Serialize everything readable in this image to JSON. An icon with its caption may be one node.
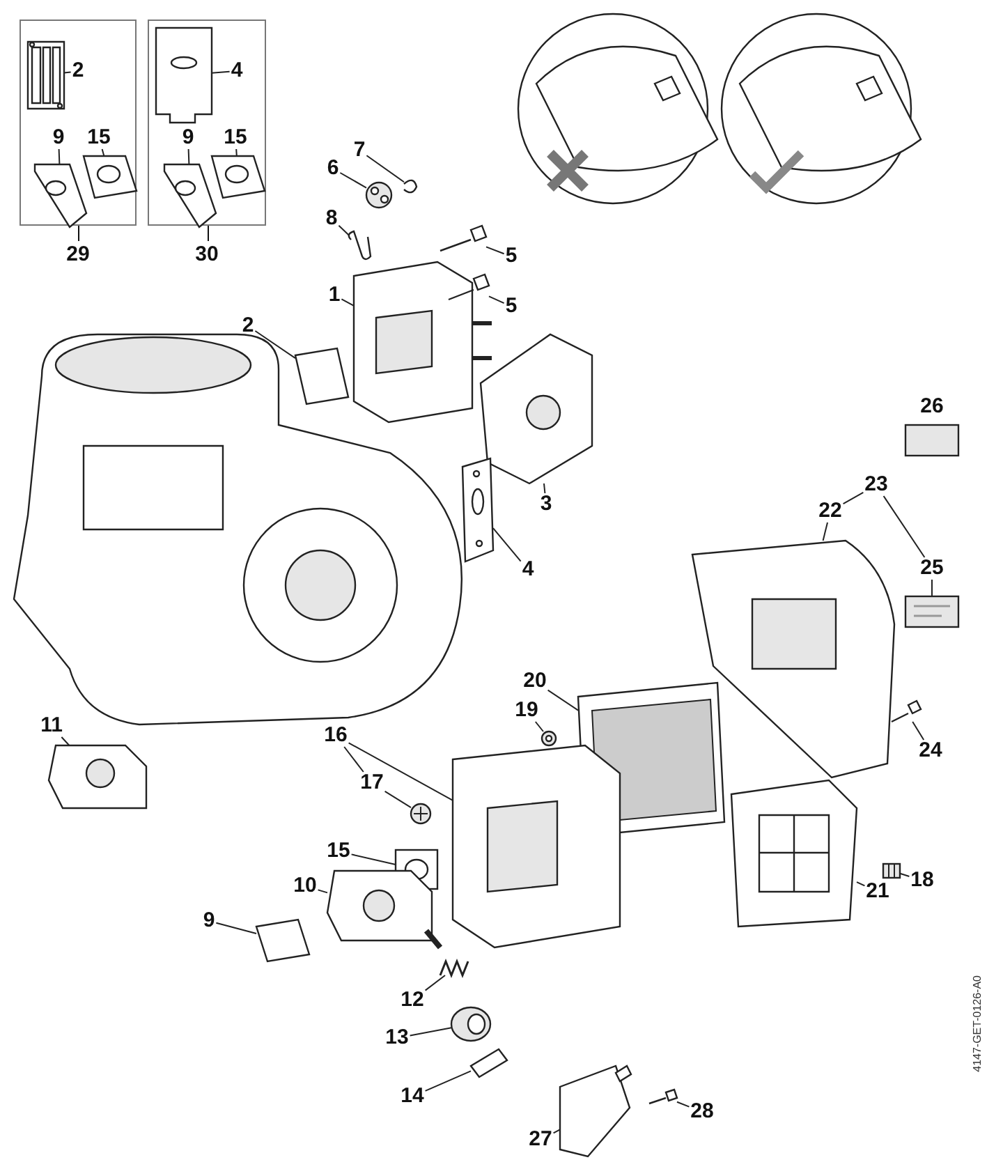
{
  "diagram": {
    "nodes": [
      {
        "text": [
          "29"
        ]
      },
      {
        "text": [
          "2"
        ],
        "in": 0
      },
      {
        "text": [
          "9"
        ],
        "in": 0
      },
      {
        "text": [
          "15"
        ],
        "in": 0
      },
      {
        "text": [
          "30"
        ]
      },
      {
        "text": [
          "4"
        ],
        "in": 4
      },
      {
        "text": [
          "9"
        ],
        "in": 4
      },
      {
        "text": [
          "15"
        ],
        "in": 4
      },
      {
        "text": [
          "7"
        ]
      },
      {
        "text": [
          "6"
        ]
      },
      {
        "text": [
          "8"
        ]
      },
      {
        "text": [
          "5"
        ]
      },
      {
        "text": [
          "1"
        ]
      },
      {
        "text": [
          "5"
        ]
      },
      {
        "text": [
          "2"
        ]
      },
      {
        "text": [
          "3"
        ]
      },
      {
        "text": [
          "4"
        ]
      },
      {
        "text": [
          "26"
        ]
      },
      {
        "text": [
          "23"
        ]
      },
      {
        "text": [
          "22"
        ]
      },
      {
        "text": [
          "25"
        ]
      },
      {
        "text": [
          "20"
        ]
      },
      {
        "text": [
          "19"
        ]
      },
      {
        "text": [
          "11"
        ]
      },
      {
        "text": [
          "16"
        ]
      },
      {
        "text": [
          "17"
        ]
      },
      {
        "text": [
          "24"
        ]
      },
      {
        "text": [
          "15"
        ]
      },
      {
        "text": [
          "10"
        ]
      },
      {
        "text": [
          "18"
        ]
      },
      {
        "text": [
          "21"
        ]
      },
      {
        "text": [
          "9"
        ]
      },
      {
        "text": [
          "12"
        ]
      },
      {
        "text": [
          "13"
        ]
      },
      {
        "text": [
          "14"
        ]
      },
      {
        "text": [
          "27"
        ]
      },
      {
        "text": [
          "28"
        ]
      },
      {
        "text": [],
        "shape": "picture",
        "in": 0
      },
      {
        "text": [],
        "shape": "picture",
        "in": 0
      },
      {
        "text": [],
        "shape": "picture",
        "in": 0
      },
      {
        "text": [],
        "shape": "picture",
        "in": 4
      },
      {
        "text": [],
        "shape": "picture",
        "in": 4
      },
      {
        "text": [],
        "shape": "picture",
        "in": 4
      },
      {
        "text": [],
        "shape": "picture"
      },
      {
        "text": [],
        "shape": "picture"
      },
      {
        "text": [],
        "shape": "picture"
      },
      {
        "text": [],
        "shape": "picture"
      },
      {
        "text": [],
        "shape": "picture"
      },
      {
        "text": [],
        "shape": "picture"
      },
      {
        "text": [],
        "shape": "picture"
      },
      {
        "text": [],
        "shape": "picture"
      },
      {
        "text": [],
        "shape": "picture"
      },
      {
        "text": [],
        "shape": "picture"
      },
      {
        "text": [],
        "shape": "picture"
      },
      {
        "text": [],
        "shape": "picture"
      },
      {
        "text": [],
        "shape": "picture"
      },
      {
        "text": [],
        "shape": "picture"
      },
      {
        "text": [],
        "shape": "picture"
      },
      {
        "text": [],
        "shape": "picture"
      },
      {
        "text": [],
        "shape": "picture"
      },
      {
        "text": [],
        "shape": "picture"
      },
      {
        "text": [],
        "shape": "picture"
      },
      {
        "text": [],
        "shape": "picture"
      },
      {
        "text": [],
        "shape": "picture"
      },
      {
        "text": [],
        "shape": "picture"
      },
      {
        "text": [],
        "shape": "picture"
      },
      {
        "text": [],
        "shape": "picture"
      },
      {
        "text": [],
        "shape": "picture"
      },
      {
        "text": [],
        "shape": "picture"
      },
      {
        "text": [],
        "shape": "picture"
      }
    ],
    "edges": [
      {
        "from": 1,
        "to": 37,
        "arrow": "none"
      },
      {
        "from": 2,
        "to": 38,
        "arrow": "none"
      },
      {
        "from": 3,
        "to": 39,
        "arrow": "none"
      },
      {
        "from": 5,
        "to": 40,
        "arrow": "none"
      },
      {
        "from": 6,
        "to": 41,
        "arrow": "none"
      },
      {
        "from": 7,
        "to": 42,
        "arrow": "none"
      },
      {
        "from": 8,
        "to": 43,
        "arrow": "none"
      },
      {
        "from": 9,
        "to": 44,
        "arrow": "none"
      },
      {
        "from": 10,
        "to": 45,
        "arrow": "none"
      },
      {
        "from": 11,
        "to": 46,
        "arrow": "none"
      },
      {
        "from": 12,
        "to": 47,
        "arrow": "none"
      },
      {
        "from": 13,
        "to": 48,
        "arrow": "none"
      },
      {
        "from": 14,
        "to": 49,
        "arrow": "none"
      },
      {
        "from": 15,
        "to": 50,
        "arrow": "none"
      },
      {
        "from": 16,
        "to": 51,
        "arrow": "none"
      },
      {
        "from": 18,
        "to": 19,
        "arrow": "none"
      },
      {
        "from": 18,
        "to": 20,
        "arrow": "none"
      },
      {
        "from": 19,
        "to": 52,
        "arrow": "none"
      },
      {
        "from": 20,
        "to": 53,
        "arrow": "none"
      },
      {
        "from": 21,
        "to": 54,
        "arrow": "none"
      },
      {
        "from": 22,
        "to": 55,
        "arrow": "none"
      },
      {
        "from": 23,
        "to": 56,
        "arrow": "none"
      },
      {
        "from": 24,
        "to": 25,
        "arrow": "none"
      },
      {
        "from": 24,
        "to": 57,
        "arrow": "none"
      },
      {
        "from": 25,
        "to": 58,
        "arrow": "none"
      },
      {
        "from": 26,
        "to": 59,
        "arrow": "none"
      },
      {
        "from": 27,
        "to": 60,
        "arrow": "none"
      },
      {
        "from": 28,
        "to": 61,
        "arrow": "none"
      },
      {
        "from": 29,
        "to": 62,
        "arrow": "none"
      },
      {
        "from": 30,
        "to": 63,
        "arrow": "none"
      },
      {
        "from": 31,
        "to": 64,
        "arrow": "none"
      },
      {
        "from": 32,
        "to": 65,
        "arrow": "none"
      },
      {
        "from": 33,
        "to": 66,
        "arrow": "none"
      },
      {
        "from": 34,
        "to": 67,
        "arrow": "none"
      },
      {
        "from": 35,
        "to": 68,
        "arrow": "none"
      },
      {
        "from": 36,
        "to": 69,
        "arrow": "none"
      }
    ],
    "labels": [
      "4147-GET-0126-A0"
    ]
  }
}
